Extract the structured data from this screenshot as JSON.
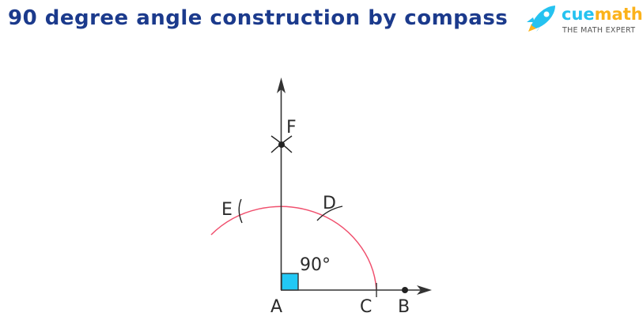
{
  "title": "90 degree angle construction by compass",
  "logo": {
    "brand_part1": "cue",
    "brand_part2": "math",
    "tagline": "THE MATH EXPERT",
    "icon": "rocket-icon"
  },
  "diagram": {
    "labels": {
      "A": "A",
      "B": "B",
      "C": "C",
      "D": "D",
      "E": "E",
      "F": "F",
      "angle": "90°"
    },
    "colors": {
      "arc": "#f0506e",
      "right_angle_fill": "#22c8f5",
      "lines": "#333333",
      "title": "#1b3a8c"
    }
  }
}
